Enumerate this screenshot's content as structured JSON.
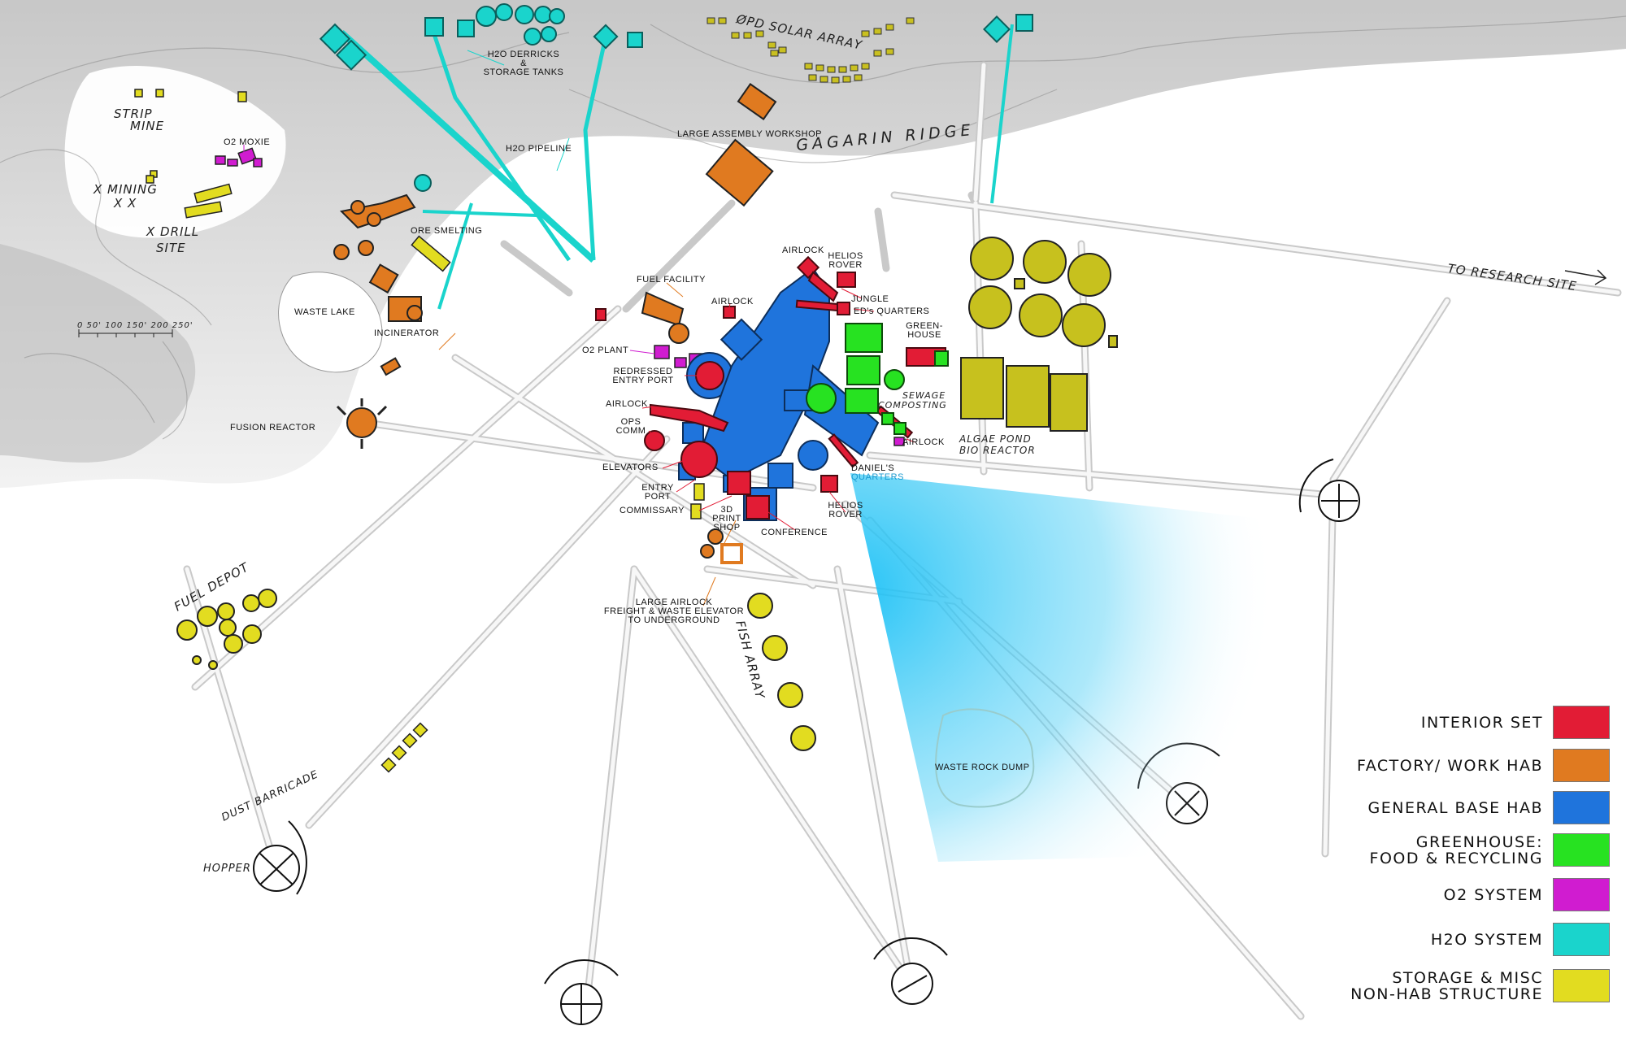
{
  "colors": {
    "interior": "#e21c35",
    "factory": "#e07a20",
    "general": "#1f74dc",
    "greenhouse": "#27e221",
    "o2": "#d01cd0",
    "h2o": "#1ad4cc",
    "storage": "#e2dc20",
    "camera_cone": "#29c6f6"
  },
  "labels": {
    "h2o_derricks": [
      "H2O DERRICKS",
      "&",
      "STORAGE TANKS"
    ],
    "h2o_pipeline": "H2O PIPELINE",
    "solar_array": "ØPD SOLAR ARRAY",
    "large_assembly_workshop": "LARGE ASSEMBLY WORKSHOP",
    "gagarin_ridge": "GAGARIN RIDGE",
    "strip_mine": [
      "STRIP",
      "MINE"
    ],
    "o2_moxie": "O2 MOXIE",
    "mining": [
      "X MINING",
      "X X"
    ],
    "drill_site": [
      "X DRILL",
      "SITE"
    ],
    "ore_smelting": "ORE SMELTING",
    "waste_lake": "WASTE LAKE",
    "incinerator": "INCINERATOR",
    "scale_bar": "0  50'  100  150'  200  250'",
    "fusion_reactor": "FUSION REACTOR",
    "fuel_facility": "FUEL FACILITY",
    "airlock_fuel": "AIRLOCK",
    "airlock_top": "AIRLOCK",
    "helios_rover_top": [
      "HELIOS",
      "ROVER"
    ],
    "jungle": "JUNGLE",
    "eds_quarters": "ED's QUARTERS",
    "greenhouse": [
      "GREEN-",
      "HOUSE"
    ],
    "o2_plant": "O2 PLANT",
    "redressed_entry_port": [
      "REDRESSED",
      "ENTRY PORT"
    ],
    "airlock_left": "AIRLOCK",
    "sewage_composting": [
      "SEWAGE",
      "COMPOSTING"
    ],
    "ops_comm": [
      "OPS",
      "COMM"
    ],
    "airlock_right": "AIRLOCK",
    "algae_pond": [
      "ALGAE POND",
      "BIO REACTOR"
    ],
    "elevators": "ELEVATORS",
    "daniels_quarters": [
      "DANIEL'S",
      "QUARTERS"
    ],
    "entry_port": [
      "ENTRY",
      "PORT"
    ],
    "helios_rover_bottom": [
      "HELIOS",
      "ROVER"
    ],
    "commissary": "COMMISSARY",
    "print_shop": [
      "3D",
      "PRINT",
      "SHOP"
    ],
    "conference": "CONFERENCE",
    "large_airlock": [
      "LARGE AIRLOCK",
      "FREIGHT & WASTE ELEVATOR",
      "TO UNDERGROUND"
    ],
    "fish_array": "FISH ARRAY",
    "fuel_depot": "FUEL DEPOT",
    "waste_rock_dump": "WASTE ROCK DUMP",
    "dust_barricade": "DUST BARRICADE",
    "hopper": "HOPPER",
    "to_research_site": "TO RESEARCH SITE"
  },
  "legend": [
    {
      "label": [
        "INTERIOR SET"
      ],
      "color": "#e21c35"
    },
    {
      "label": [
        "FACTORY/ WORK HAB"
      ],
      "color": "#e07a20"
    },
    {
      "label": [
        "GENERAL BASE HAB"
      ],
      "color": "#1f74dc"
    },
    {
      "label": [
        "GREENHOUSE:",
        "FOOD & RECYCLING"
      ],
      "color": "#27e221"
    },
    {
      "label": [
        "O2 SYSTEM"
      ],
      "color": "#d01cd0"
    },
    {
      "label": [
        "H2O SYSTEM"
      ],
      "color": "#1ad4cc"
    },
    {
      "label": [
        "STORAGE & MISC",
        "NON-HAB STRUCTURE"
      ],
      "color": "#e2dc20"
    }
  ]
}
